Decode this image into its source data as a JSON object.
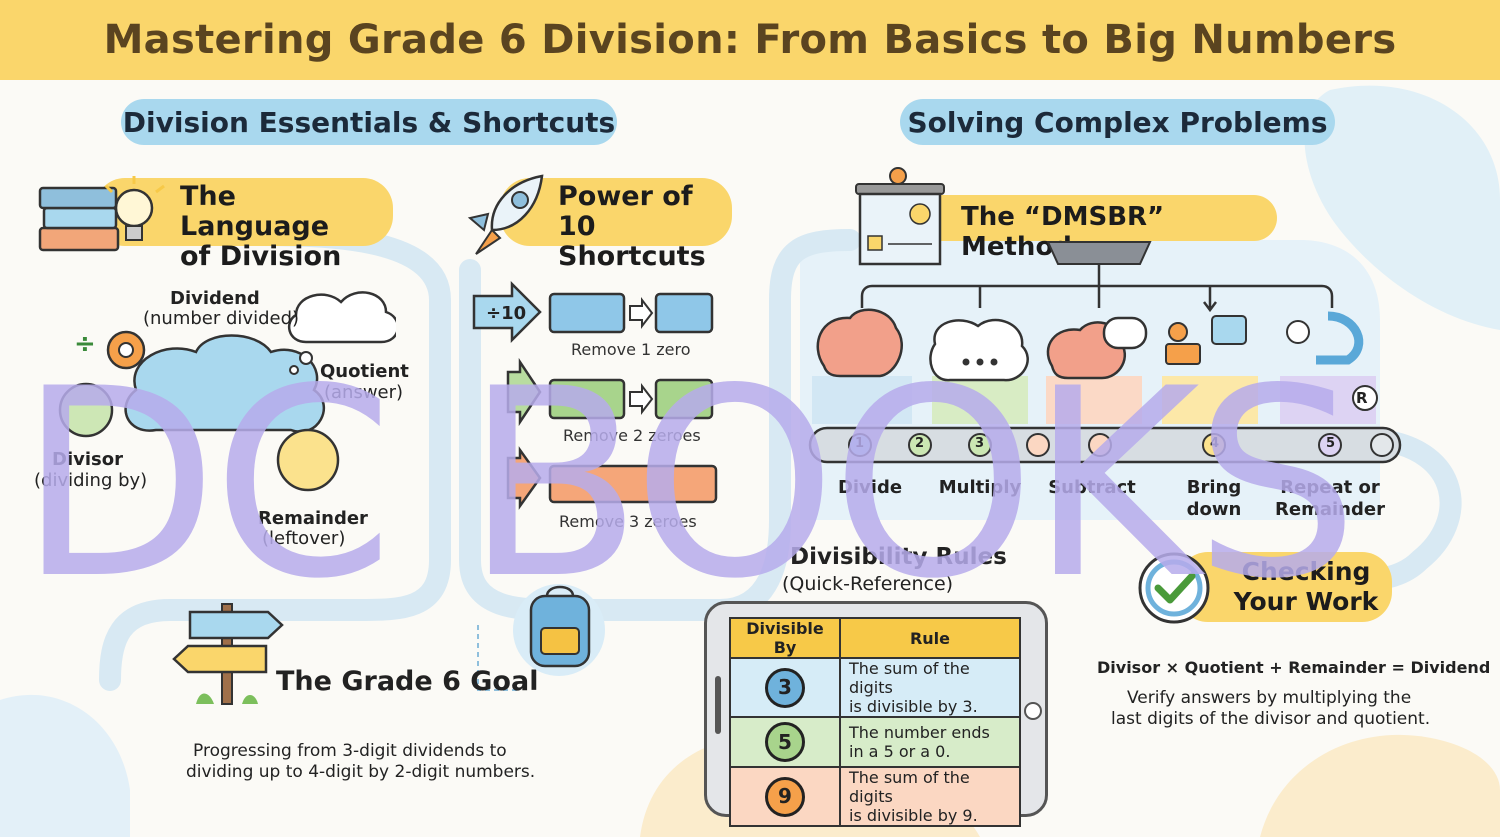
{
  "title": "Mastering Grade 6 Division: From Basics to Big Numbers",
  "left_section": {
    "heading": "Division Essentials & Shortcuts"
  },
  "right_section": {
    "heading": "Solving Complex Problems"
  },
  "language": {
    "title_line1": "The Language",
    "title_line2": "of Division",
    "dividend": "Dividend",
    "dividend_note": "(number divided)",
    "quotient": "Quotient",
    "quotient_note": "(answer)",
    "divisor": "Divisor",
    "divisor_note": "(dividing by)",
    "remainder": "Remainder",
    "remainder_note": "(leftover)"
  },
  "power10": {
    "title_line1": "Power of 10",
    "title_line2": "Shortcuts",
    "op": "÷10",
    "rows": [
      "Remove 1 zero",
      "Remove 2 zeroes",
      "Remove 3 zeroes"
    ]
  },
  "goal": {
    "title": "The Grade 6 Goal",
    "desc_line1": "Progressing from 3-digit dividends to",
    "desc_line2": "dividing up to 4-digit by 2-digit numbers."
  },
  "dmsbr": {
    "title": "The “DMSBR” Method",
    "steps": [
      {
        "num": "1",
        "label1": "Divide",
        "label2": ""
      },
      {
        "num": "2",
        "label1": "Multiply",
        "label2": ""
      },
      {
        "num": "3",
        "label1": "Subtract",
        "label2": ""
      },
      {
        "num": "4",
        "label1": "Bring",
        "label2": "down"
      },
      {
        "num": "5",
        "label1": "Repeat or",
        "label2": "Remainder"
      }
    ],
    "badge": "R"
  },
  "divisibility": {
    "title": "Divisibility Rules",
    "subtitle": "(Quick-Reference)",
    "col1": "Divisible By",
    "col2": "Rule",
    "rows": [
      {
        "n": "3",
        "line1": "The sum of the digits",
        "line2": "is divisible by 3."
      },
      {
        "n": "5",
        "line1": "The number ends",
        "line2": "in a 5 or a 0."
      },
      {
        "n": "9",
        "line1": "The sum of the digits",
        "line2": "is divisible by 9."
      }
    ]
  },
  "checking": {
    "title_line1": "Checking",
    "title_line2": "Your Work",
    "formula": "Divisor × Quotient + Remainder = Dividend",
    "desc_line1": "Verify answers by multiplying the",
    "desc_line2": "last digits of the divisor and quotient."
  },
  "watermark": "DC BOOKS",
  "colors": {
    "banner": "#fad66b",
    "pill_blue": "#a9d8ee",
    "watermark": "#b7acec",
    "row3": "#d6ecf7",
    "row5": "#d7ecc9",
    "row9": "#fbd7c2"
  }
}
